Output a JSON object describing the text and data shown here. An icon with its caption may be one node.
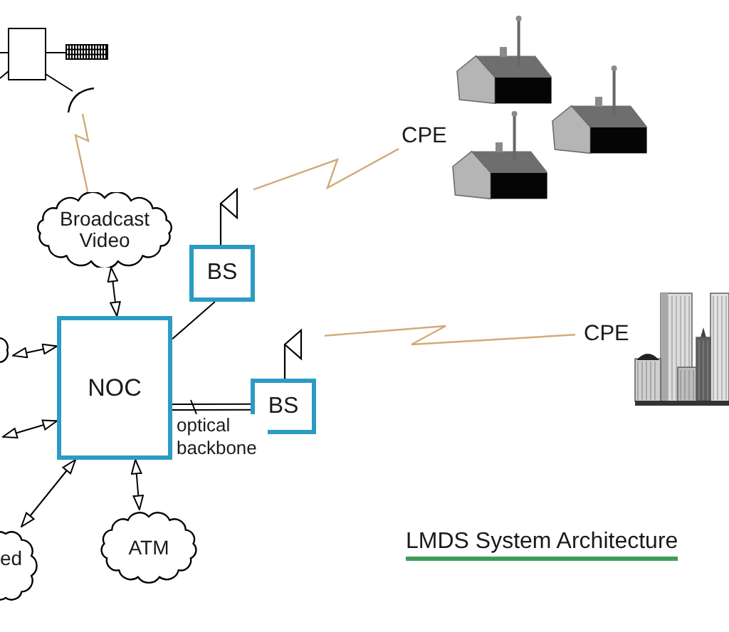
{
  "diagram": {
    "title": "LMDS System Architecture",
    "nodes": [
      {
        "text": [],
        "shape": "picture"
      },
      {
        "text": [
          "Broadcast Video"
        ]
      },
      {
        "text": [],
        "shape": "picture"
      },
      {
        "text": [],
        "shape": "picture",
        "beside": [
          "CPE"
        ]
      },
      {
        "text": [
          "BS"
        ]
      },
      {
        "text": [],
        "shape": "cloud"
      },
      {
        "text": [
          "NOC"
        ]
      },
      {
        "text": [],
        "shape": "picture"
      },
      {
        "text": [],
        "shape": "picture",
        "beside": [
          "CPE"
        ]
      },
      {
        "text": [
          "BS"
        ]
      },
      {
        "text": [
          "ed"
        ]
      },
      {
        "text": [
          "ATM"
        ]
      }
    ],
    "edges": [
      {
        "from": 0,
        "to": 1,
        "arrow": "none",
        "color": "#d2aa78"
      },
      {
        "from": 1,
        "to": 6,
        "arrow": "both"
      },
      {
        "from": 2,
        "to": 3,
        "arrow": "none",
        "color": "#d2aa78"
      },
      {
        "from": 6,
        "to": 4,
        "arrow": "none"
      },
      {
        "from": 5,
        "to": 6,
        "arrow": "both"
      },
      {
        "from": 7,
        "to": 8,
        "arrow": "none",
        "color": "#d2aa78"
      },
      {
        "from": 6,
        "to": 9,
        "arrow": "none",
        "label": "optical backbone"
      },
      {
        "from": null,
        "to": 6,
        "arrow": "both"
      },
      {
        "from": 10,
        "to": 6,
        "arrow": "both"
      },
      {
        "from": 6,
        "to": 11,
        "arrow": "both"
      }
    ]
  }
}
